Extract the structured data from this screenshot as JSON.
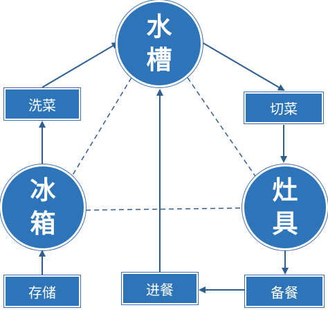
{
  "colors": {
    "node_fill": "#2e74b8",
    "edge": "#2f5d8f",
    "background": "#ffffff"
  },
  "nodes": {
    "sink": {
      "line1": "水",
      "line2": "槽"
    },
    "fridge": {
      "line1": "冰",
      "line2": "箱"
    },
    "stove": {
      "line1": "灶",
      "line2": "具"
    },
    "wash": {
      "label": "洗菜"
    },
    "cut": {
      "label": "切菜"
    },
    "store": {
      "label": "存储"
    },
    "serve": {
      "label": "进餐"
    },
    "plate": {
      "label": "备餐"
    }
  },
  "edges": [
    {
      "from": "store",
      "to": "fridge",
      "style": "solid",
      "arrow": true
    },
    {
      "from": "fridge",
      "to": "wash",
      "style": "solid",
      "arrow": true
    },
    {
      "from": "wash",
      "to": "sink",
      "style": "solid",
      "arrow": true
    },
    {
      "from": "sink",
      "to": "cut",
      "style": "solid",
      "arrow": true
    },
    {
      "from": "cut",
      "to": "stove",
      "style": "solid",
      "arrow": true
    },
    {
      "from": "stove",
      "to": "plate",
      "style": "solid",
      "arrow": true
    },
    {
      "from": "plate",
      "to": "serve",
      "style": "solid",
      "arrow": true
    },
    {
      "from": "serve",
      "to": "sink",
      "style": "solid",
      "arrow": true
    },
    {
      "from": "sink",
      "to": "fridge",
      "style": "dashed",
      "arrow": false
    },
    {
      "from": "sink",
      "to": "stove",
      "style": "dashed",
      "arrow": false
    },
    {
      "from": "fridge",
      "to": "stove",
      "style": "dashed",
      "arrow": false
    }
  ]
}
